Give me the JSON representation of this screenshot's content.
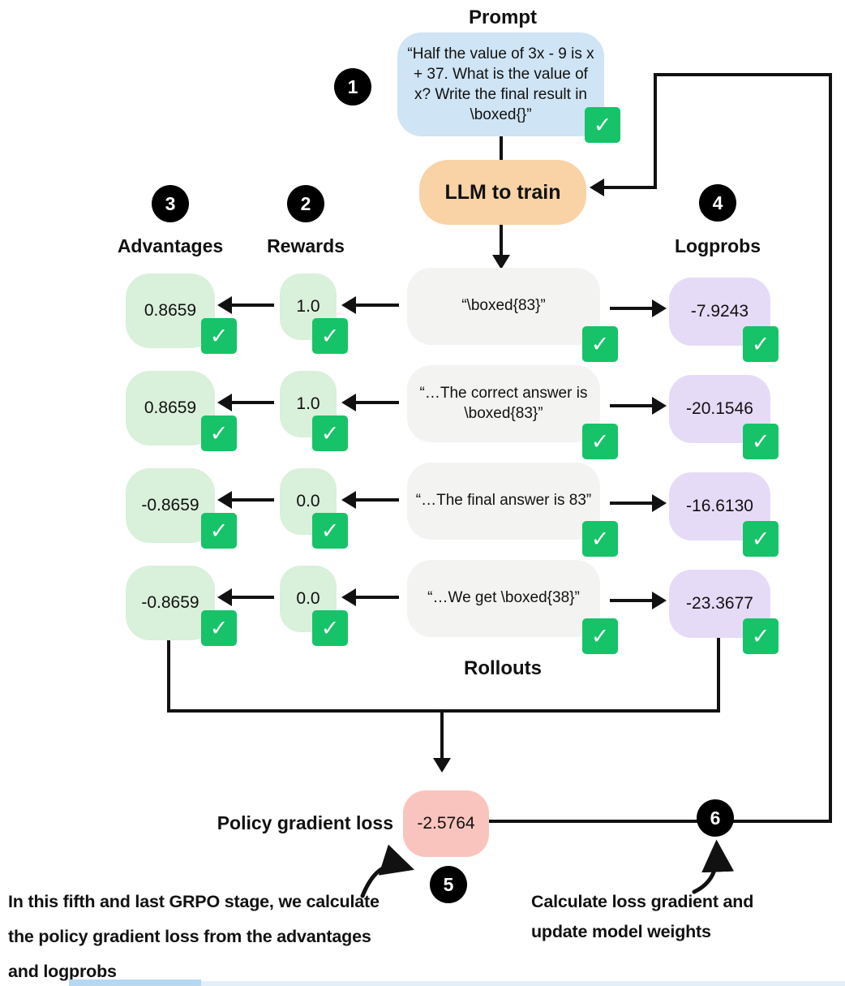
{
  "title": "Prompt",
  "icons": {
    "check": "✓"
  },
  "colors": {
    "prompt_blue": "#cfe4f4",
    "llm_orange": "#f9d3a6",
    "green_value": "#d9f0da",
    "rollout_gray": "#f3f3f1",
    "logprob_purple": "#e6dbf6",
    "loss_pink": "#fac4be",
    "check_green": "#16c368",
    "line_black": "#111111"
  },
  "prompt": {
    "badge": "1",
    "text": "“Half the value of 3x - 9 is  x + 37. What is the value of x? Write the final result in \\boxed{}”"
  },
  "llm": {
    "label": "LLM to train"
  },
  "columns": {
    "advantages": {
      "badge": "3",
      "label": "Advantages"
    },
    "rewards": {
      "badge": "2",
      "label": "Rewards"
    },
    "logprobs": {
      "badge": "4",
      "label": "Logprobs"
    }
  },
  "rollouts_label": "Rollouts",
  "rows": [
    {
      "advantage": "0.8659",
      "reward": "1.0",
      "rollout": "“\\boxed{83}”",
      "logprob": "-7.9243"
    },
    {
      "advantage": "0.8659",
      "reward": "1.0",
      "rollout": "“…The correct answer is \\boxed{83}”",
      "logprob": "-20.1546"
    },
    {
      "advantage": "-0.8659",
      "reward": "0.0",
      "rollout": "“…The final answer is 83”",
      "logprob": "-16.6130"
    },
    {
      "advantage": "-0.8659",
      "reward": "0.0",
      "rollout": "“…We get \\boxed{38}”",
      "logprob": "-23.3677"
    }
  ],
  "loss": {
    "label": "Policy gradient loss",
    "value": "-2.5764",
    "badge": "5"
  },
  "update": {
    "badge": "6"
  },
  "annotations": {
    "left_line1": "In this fifth and last GRPO stage, we calculate",
    "left_line2": "the policy gradient loss from the advantages",
    "left_line3": "and logprobs",
    "right_line1": "Calculate loss gradient and",
    "right_line2": "update model weights"
  }
}
